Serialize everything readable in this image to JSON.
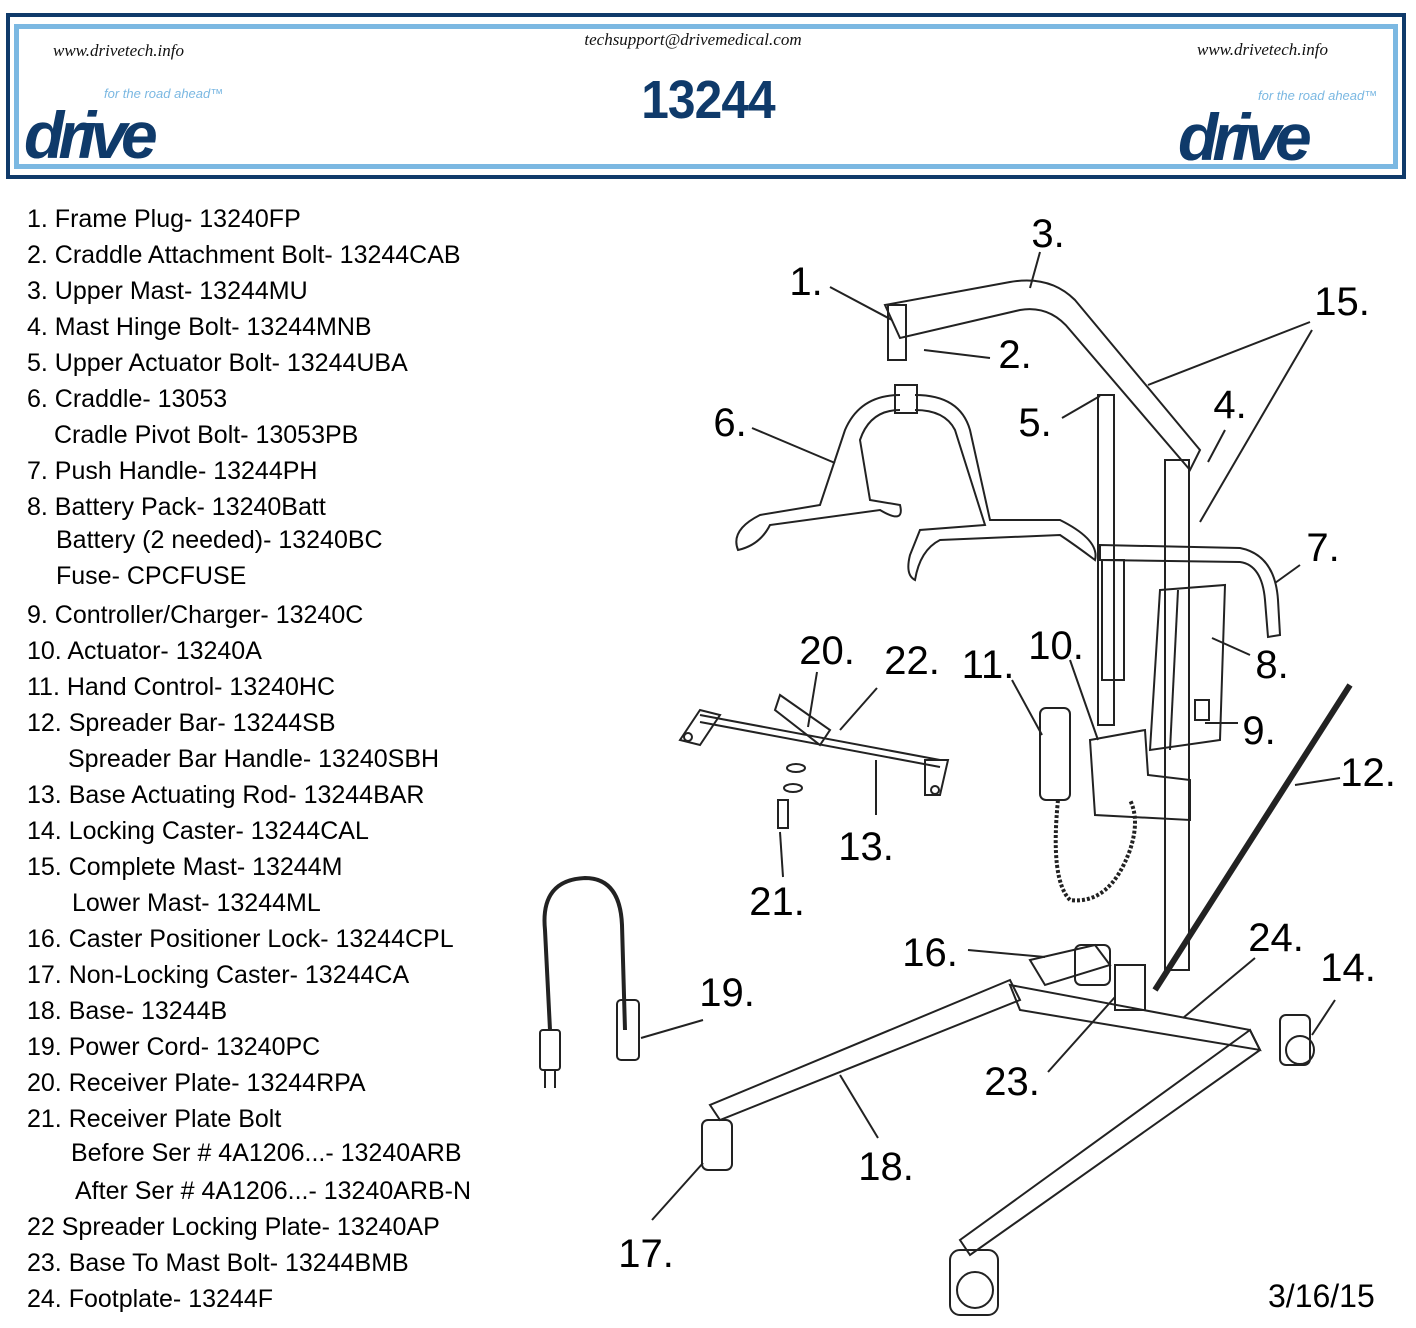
{
  "header": {
    "url_left": "www.drivetech.info",
    "url_right": "www.drivetech.info",
    "email": "techsupport@drivemedical.com",
    "model_number": "13244",
    "logo_text": "drive",
    "logo_tagline": "for the road ahead™",
    "colors": {
      "navy": "#0f3a6a",
      "light_blue": "#7bb8e2"
    }
  },
  "parts_list": [
    "1. Frame Plug- 13240FP",
    "2. Craddle Attachment Bolt- 13244CAB",
    "3. Upper Mast- 13244MU",
    "4. Mast Hinge Bolt- 13244MNB",
    "5. Upper Actuator Bolt- 13244UBA",
    "6. Craddle- 13053",
    "Cradle Pivot Bolt- 13053PB",
    "7. Push Handle- 13244PH",
    "8. Battery Pack- 13240Batt",
    "Battery (2 needed)- 13240BC",
    "Fuse- CPCFUSE",
    "9. Controller/Charger- 13240C",
    "10. Actuator- 13240A",
    "11. Hand Control- 13240HC",
    "12. Spreader Bar- 13244SB",
    "Spreader Bar Handle- 13240SBH",
    "13. Base Actuating Rod- 13244BAR",
    "14. Locking Caster- 13244CAL",
    "15. Complete Mast- 13244M",
    "Lower Mast- 13244ML",
    "16. Caster Positioner Lock- 13244CPL",
    "17. Non-Locking Caster- 13244CA",
    "18. Base- 13244B",
    "19. Power Cord- 13240PC",
    "20. Receiver Plate- 13244RPA",
    "21. Receiver Plate Bolt",
    "Before Ser # 4A1206...- 13240ARB",
    "After Ser # 4A1206...- 13240ARB-N",
    "22  Spreader Locking Plate- 13240AP",
    "23. Base To Mast Bolt- 13244BMB",
    "24. Footplate- 13244F"
  ],
  "callouts": [
    "1.",
    "2.",
    "3.",
    "4.",
    "5.",
    "6.",
    "7.",
    "8.",
    "9.",
    "10.",
    "11.",
    "12.",
    "13.",
    "14.",
    "15.",
    "16.",
    "17.",
    "18.",
    "19.",
    "20.",
    "21.",
    "22.",
    "23.",
    "24."
  ],
  "date": "3/16/15"
}
